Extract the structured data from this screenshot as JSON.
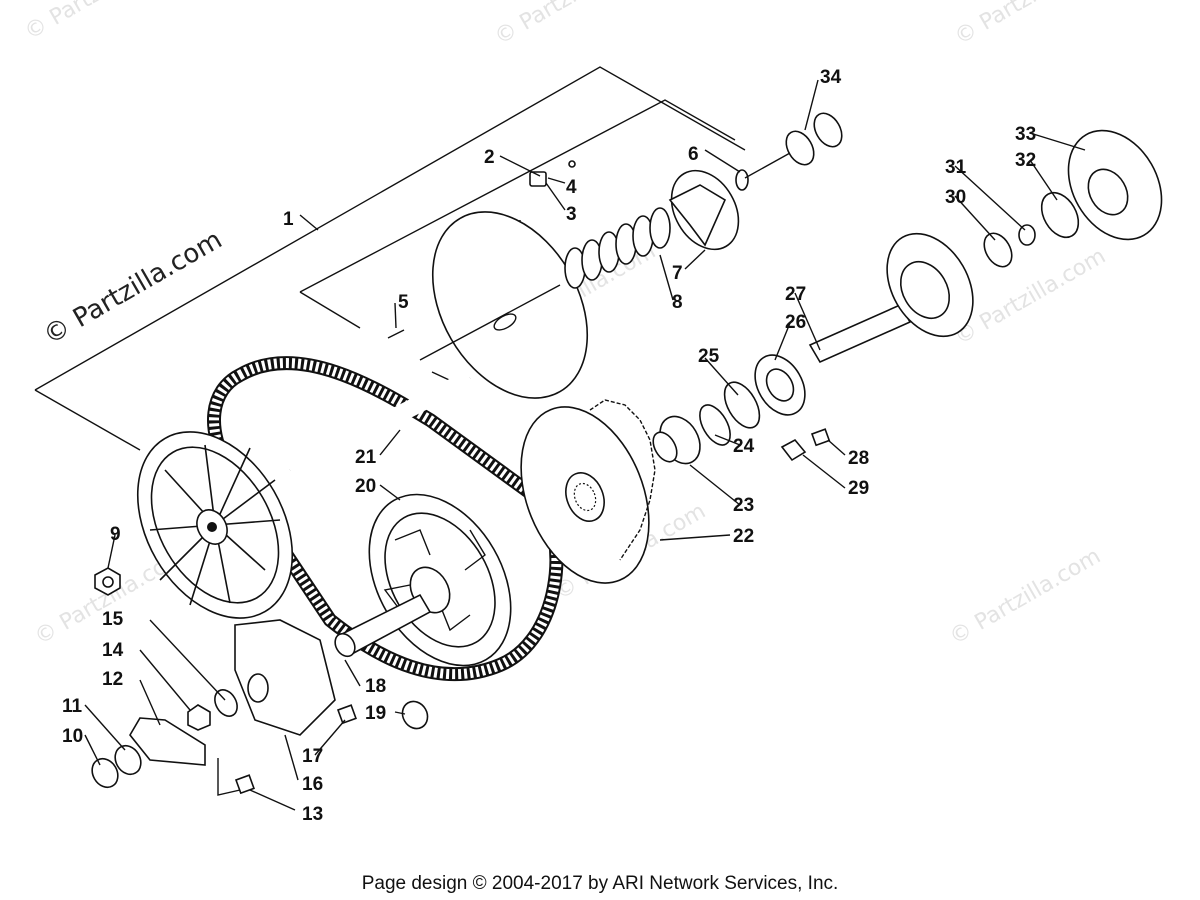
{
  "watermark": {
    "main": "© Partzilla.com",
    "corner": "© Partzilla.com"
  },
  "footer": {
    "text": "Page design © 2004-2017 by ARI Network Services, Inc."
  },
  "callouts": [
    "1",
    "2",
    "3",
    "4",
    "5",
    "6",
    "7",
    "8",
    "9",
    "10",
    "11",
    "12",
    "13",
    "14",
    "15",
    "16",
    "17",
    "18",
    "19",
    "20",
    "21",
    "22",
    "23",
    "24",
    "25",
    "26",
    "27",
    "28",
    "29",
    "30",
    "31",
    "32",
    "33",
    "34"
  ]
}
